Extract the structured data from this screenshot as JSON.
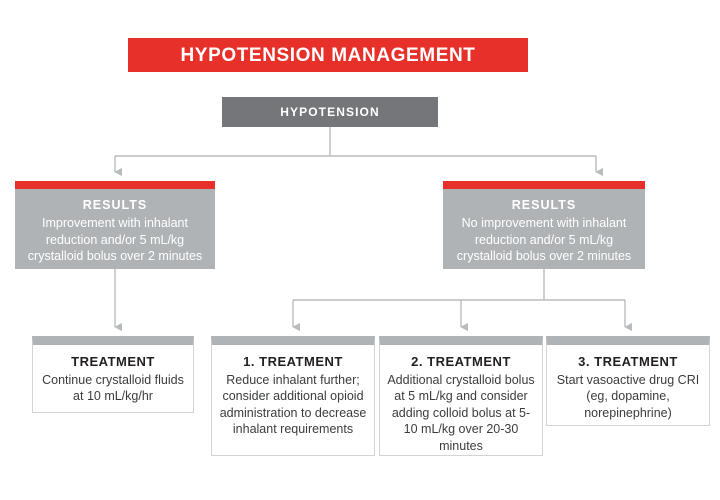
{
  "colors": {
    "red": "#e8302a",
    "dark_gray": "#74767a",
    "mid_gray": "#b0b3b6",
    "connector_gray": "#b9bcbf",
    "text_dark": "#231f20",
    "white": "#ffffff"
  },
  "title": {
    "text": "HYPOTENSION MANAGEMENT"
  },
  "root_node": {
    "label": "HYPOTENSION"
  },
  "results": [
    {
      "heading": "RESULTS",
      "body": "Improvement with inhalant reduction and/or 5 mL/kg crystalloid bolus over 2 minutes"
    },
    {
      "heading": "RESULTS",
      "body": "No improvement with inhalant reduction and/or 5 mL/kg crystalloid bolus over 2 minutes"
    }
  ],
  "treatments": [
    {
      "heading": "TREATMENT",
      "body": "Continue crystalloid fluids at 10 mL/kg/hr"
    },
    {
      "heading": "1. TREATMENT",
      "body": "Reduce inhalant further; consider additional opioid administration to decrease inhalant requirements"
    },
    {
      "heading": "2. TREATMENT",
      "body": "Additional crystalloid bolus at 5 mL/kg and consider adding colloid bolus at 5-10 mL/kg over 20-30 minutes"
    },
    {
      "heading": "3. TREATMENT",
      "body": "Start vasoactive drug CRI (eg, dopamine, norepinephrine)"
    }
  ]
}
